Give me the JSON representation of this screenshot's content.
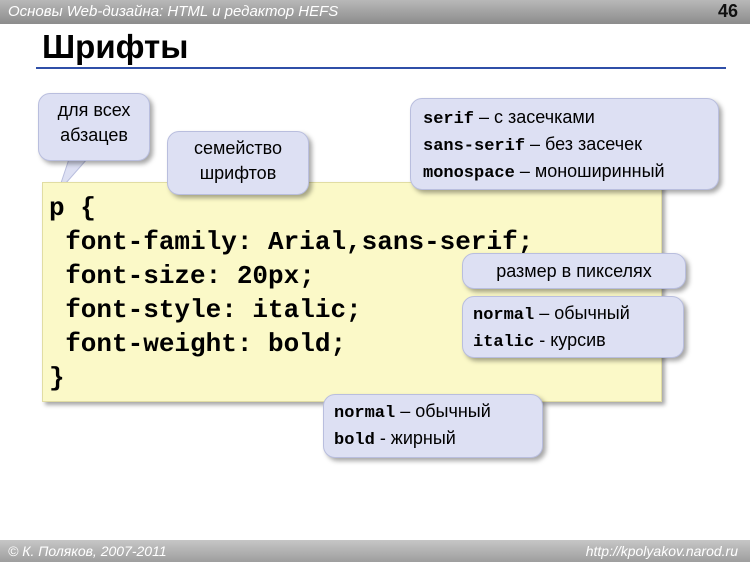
{
  "header": {
    "subtitle": "Основы Web-дизайна: HTML и редактор HEFS",
    "page_number": "46"
  },
  "slide": {
    "title": "Шрифты"
  },
  "code": {
    "lines": [
      "p {",
      "  font-family: Arial,sans-serif;",
      "  font-size: 20px;",
      "  font-style: italic;",
      "  font-weight: bold;",
      "}"
    ]
  },
  "callouts": {
    "all_paragraphs": {
      "line1": "для всех",
      "line2": "абзацев"
    },
    "font_family": {
      "line1": "семейство",
      "line2": "шрифтов"
    },
    "generic_families": [
      {
        "keyword": "serif",
        "desc": "  – с засечками"
      },
      {
        "keyword": "sans-serif",
        "desc": " – без засечек"
      },
      {
        "keyword": "monospace",
        "desc": " – моноширинный"
      }
    ],
    "size_pixels": {
      "text": "размер в пикселях"
    },
    "font_style": [
      {
        "keyword": "normal",
        "desc": " – обычный"
      },
      {
        "keyword": "italic",
        "desc": " - курсив"
      }
    ],
    "font_weight": [
      {
        "keyword": "normal",
        "desc": " – обычный"
      },
      {
        "keyword": "bold",
        "desc": " - жирный"
      }
    ]
  },
  "footer": {
    "copyright": "© К. Поляков, 2007-2011",
    "url": "http://kpolyakov.narod.ru"
  },
  "colors": {
    "code_background": "#fbf9c8",
    "callout_background": "#dde0f3",
    "title_rule": "#2f4fa8"
  }
}
